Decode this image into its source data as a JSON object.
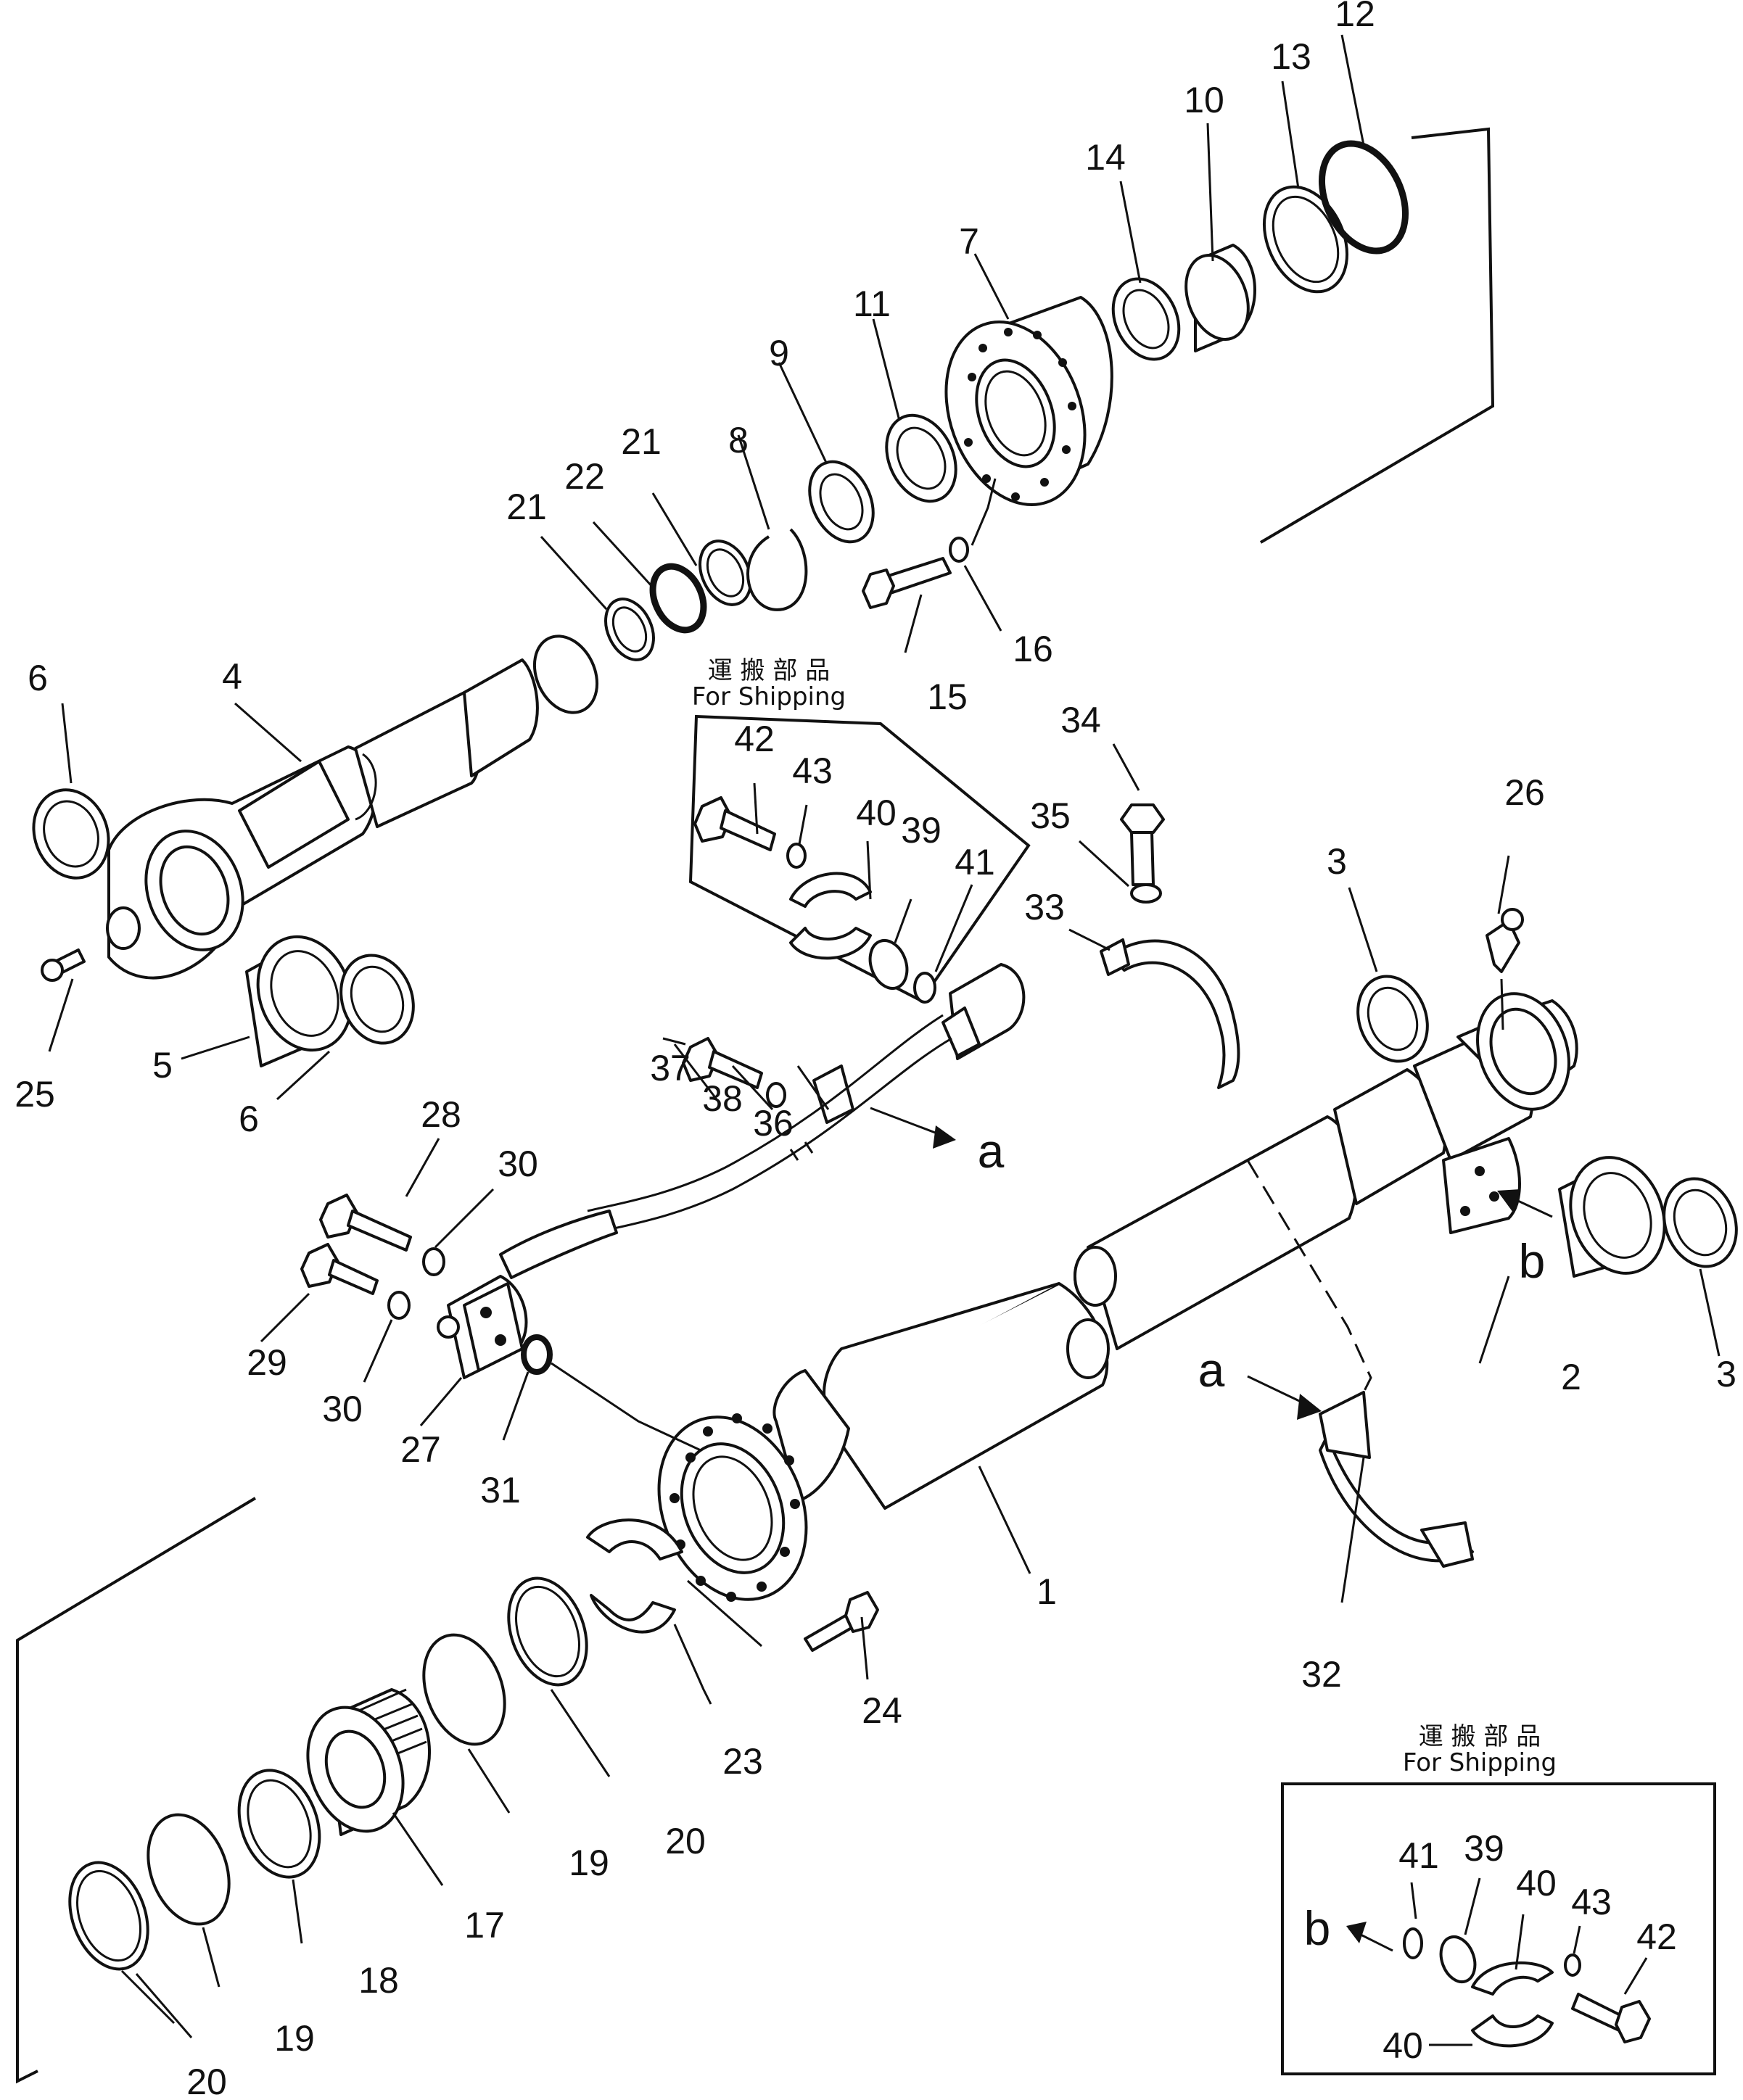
{
  "callouts": [
    "1",
    "2",
    "3",
    "3",
    "4",
    "5",
    "6",
    "6",
    "7",
    "8",
    "9",
    "10",
    "11",
    "12",
    "13",
    "14",
    "15",
    "16",
    "17",
    "18",
    "19",
    "19",
    "20",
    "20",
    "21",
    "21",
    "22",
    "23",
    "24",
    "25",
    "26",
    "27",
    "28",
    "29",
    "30",
    "30",
    "31",
    "32",
    "33",
    "34",
    "35",
    "36",
    "37",
    "38",
    "39",
    "40",
    "41",
    "42",
    "43"
  ],
  "inset_callouts": [
    "41",
    "39",
    "40",
    "43",
    "42",
    "40"
  ],
  "view_letters": [
    "a",
    "a",
    "b",
    "b"
  ],
  "shipping_note": {
    "japanese": "運 搬 部 品",
    "english": "For  Shipping"
  }
}
